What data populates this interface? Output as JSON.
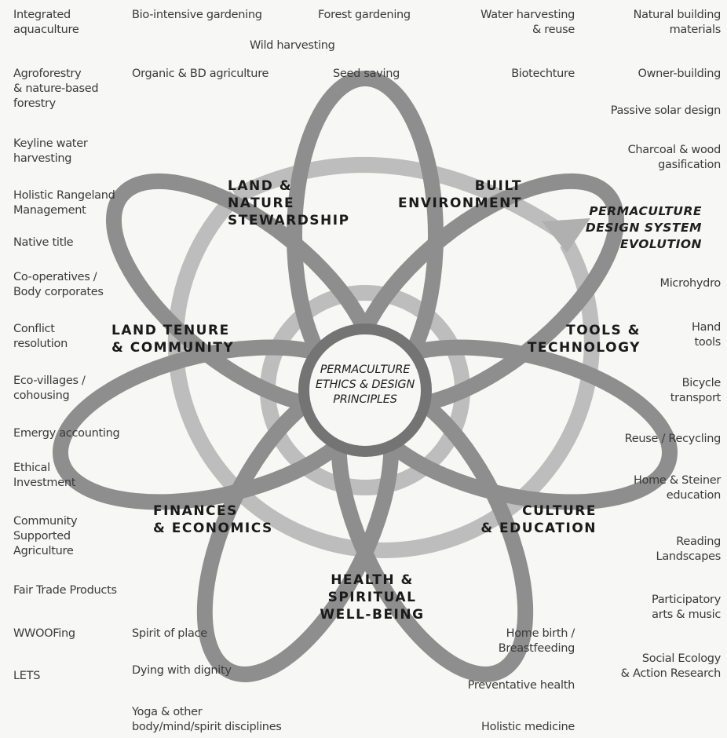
{
  "center": {
    "line1": "PERMACULTURE",
    "line2": "ETHICS & DESIGN",
    "line3": "PRINCIPLES"
  },
  "evolution": {
    "line1": "PERMACULTURE",
    "line2": "DESIGN SYSTEM",
    "line3": "EVOLUTION"
  },
  "domains": {
    "land": {
      "line1": "LAND &",
      "line2": "NATURE",
      "line3": "STEWARDSHIP"
    },
    "built": {
      "line1": "BUILT",
      "line2": "ENVIRONMENT"
    },
    "tools": {
      "line1": "TOOLS &",
      "line2": "TECHNOLOGY"
    },
    "culture": {
      "line1": "CULTURE",
      "line2": "& EDUCATION"
    },
    "health": {
      "line1": "HEALTH &",
      "line2": "SPIRITUAL",
      "line3": "WELL-BEING"
    },
    "finances": {
      "line1": "FINANCES",
      "line2": "& ECONOMICS"
    },
    "tenure": {
      "line1": "LAND TENURE",
      "line2": "& COMMUNITY"
    }
  },
  "top_labels": {
    "integrated_aquaculture": "Integrated\naquaculture",
    "bio_intensive": "Bio-intensive gardening",
    "forest_gardening": "Forest gardening",
    "water_harvesting": "Water harvesting\n& reuse",
    "natural_building": "Natural building\nmaterials",
    "wild_harvesting": "Wild harvesting",
    "agroforestry": "Agroforestry\n& nature-based\nforestry",
    "organic_bd": "Organic & BD agriculture",
    "seed_saving": "Seed saving",
    "biotechture": "Biotechture",
    "owner_building": "Owner-building"
  },
  "left_labels": {
    "keyline": "Keyline water\nharvesting",
    "holistic_rangeland": "Holistic Rangeland\nManagement",
    "native_title": "Native title",
    "cooperatives": "Co-operatives /\nBody corporates",
    "conflict": "Conflict\nresolution",
    "ecovillages": "Eco-villages /\ncohousing",
    "emergy": "Emergy accounting",
    "ethical_investment": "Ethical\nInvestment",
    "csa": "Community\nSupported\nAgriculture",
    "fair_trade": "Fair Trade Products",
    "wwoofing": "WWOOFing",
    "lets": "LETS"
  },
  "right_labels": {
    "passive_solar": "Passive solar design",
    "charcoal": "Charcoal & wood\ngasification",
    "microhydro": "Microhydro",
    "hand_tools": "Hand\ntools",
    "bicycle": "Bicycle\ntransport",
    "reuse": "Reuse / Recycling",
    "home_steiner": "Home & Steiner\neducation",
    "reading_landscapes": "Reading\nLandscapes",
    "participatory_arts": "Participatory\narts & music",
    "social_ecology": "Social Ecology\n& Action Research"
  },
  "bottom_labels": {
    "spirit_of_place": "Spirit of place",
    "dying_with_dignity": "Dying with dignity",
    "yoga": "Yoga & other\nbody/mind/spirit disciplines",
    "home_birth": "Home birth /\nBreastfeeding",
    "preventative": "Preventative health",
    "holistic_medicine": "Holistic medicine"
  },
  "colors": {
    "petal": "#8d8d8d",
    "spiral": "#b9b9b9",
    "center_ring": "#737373",
    "background": "#f7f7f5"
  }
}
